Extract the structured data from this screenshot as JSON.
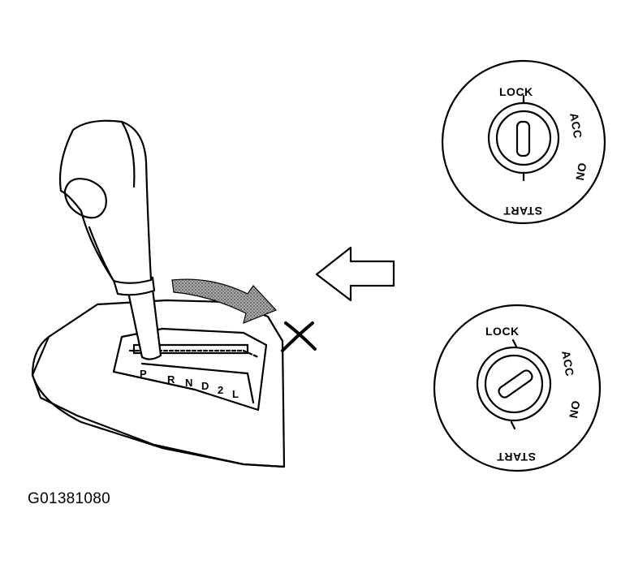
{
  "figure_code": "G01381080",
  "shifter": {
    "gear_positions": [
      "P",
      "R",
      "N",
      "D",
      "2",
      "L"
    ],
    "selected": "P"
  },
  "ignition_top": {
    "labels": {
      "lock": "LOCK",
      "acc": "ACC",
      "on": "ON",
      "start": "START"
    },
    "key_position": "LOCK"
  },
  "ignition_bottom": {
    "labels": {
      "lock": "LOCK",
      "acc": "ACC",
      "on": "ON",
      "start": "START"
    },
    "key_position": "ACC"
  },
  "colors": {
    "ink": "#000000",
    "arrow_fill": "#888888",
    "background": "#ffffff"
  }
}
